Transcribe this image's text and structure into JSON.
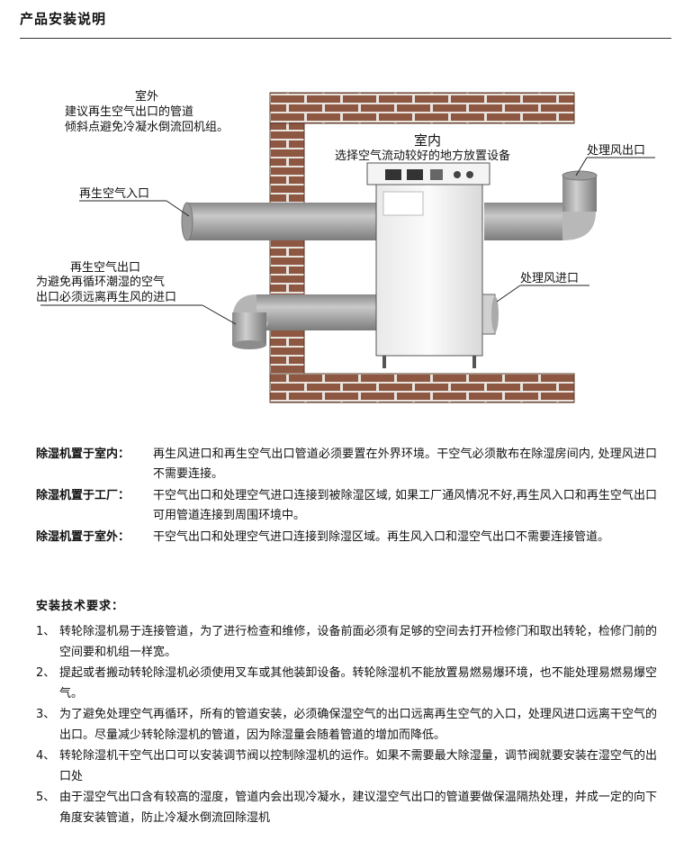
{
  "header": {
    "title": "产品安装说明"
  },
  "diagram": {
    "outdoor_title": "室外",
    "outdoor_note_1": "建议再生空气出口的管道",
    "outdoor_note_2": "倾斜点避免冷凝水倒流回机组。",
    "indoor_title": "室内",
    "indoor_note": "选择空气流动较好的地方放置设备",
    "regen_inlet": "再生空气入口",
    "regen_outlet_title": "再生空气出口",
    "regen_outlet_note_1": "为避免再循环潮湿的空气",
    "regen_outlet_note_2": "出口必须远离再生风的进口",
    "process_outlet": "处理风出口",
    "process_inlet": "处理风进口"
  },
  "placement": [
    {
      "label": "除湿机置于室内：",
      "text": "再生风进口和再生空气出口管道必须要置在外界环境。干空气必须散布在除湿房间内, 处理风进口不需要连接。"
    },
    {
      "label": "除湿机置于工厂：",
      "text": "干空气出口和处理空气进口连接到被除湿区域, 如果工厂通风情况不好,再生风入口和再生空气出口可用管道连接到周围环境中。"
    },
    {
      "label": "除湿机置于室外：",
      "text": "干空气出口和处理空气进口连接到除湿区域。再生风入口和湿空气出口不需要连接管道。"
    }
  ],
  "requirements": {
    "title": "安装技术要求：",
    "items": [
      {
        "num": "1、",
        "text": "转轮除湿机易于连接管道，为了进行检查和维修，设备前面必须有足够的空间去打开检修门和取出转轮，检修门前的空间要和机组一样宽。"
      },
      {
        "num": "2、",
        "text": "提起或者搬动转轮除湿机必须使用叉车或其他装卸设备。转轮除湿机不能放置易燃易爆环境，也不能处理易燃易爆空气。"
      },
      {
        "num": "3、",
        "text": "为了避免处理空气再循环，所有的管道安装，必须确保湿空气的出口远离再生空气的入口，处理风进口远离干空气的出口。尽量减少转轮除湿机的管道，因为除湿量会随着管道的增加而降低。"
      },
      {
        "num": "4、",
        "text": "转轮除湿机干空气出口可以安装调节阀以控制除湿机的运作。如果不需要最大除湿量，调节阀就要安装在湿空气的出口处"
      },
      {
        "num": "5、",
        "text": "由于湿空气出口含有较高的湿度，管道内会出现冷凝水，建议湿空气出口的管道要做保温隔热处理，并成一定的向下角度安装管道，防止冷凝水倒流回除湿机"
      }
    ]
  }
}
